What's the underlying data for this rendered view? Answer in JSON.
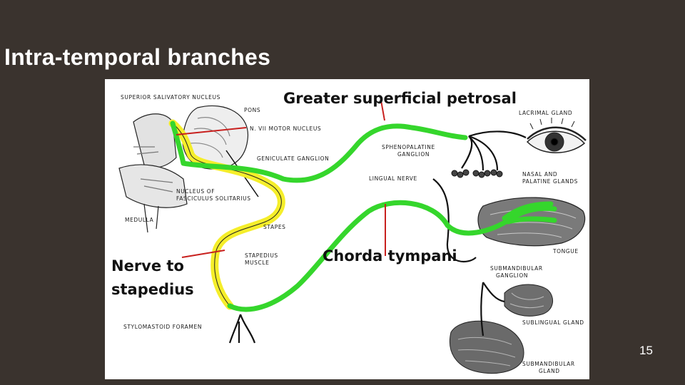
{
  "slide": {
    "title": "Intra-temporal branches",
    "page_number": "15"
  },
  "figure": {
    "callouts": {
      "greater_superficial_petrosal": "Greater superficial petrosal",
      "chorda_tympani": "Chorda tympani",
      "nerve_to_stapedius_line1": "Nerve to",
      "nerve_to_stapedius_line2": "stapedius"
    },
    "labels": {
      "superior_salivatory_nucleus": "SUPERIOR SALIVATORY NUCLEUS",
      "pons": "PONS",
      "n_vii_motor_nucleus": "N. VII MOTOR NUCLEUS",
      "geniculate_ganglion": "GENICULATE GANGLION",
      "nucleus_of_fasciculus_1": "NUCLEUS OF",
      "nucleus_of_fasciculus_2": "FASCICULUS SOLITARIUS",
      "medulla": "MEDULLA",
      "stapes": "STAPES",
      "stapedius_muscle_1": "STAPEDIUS",
      "stapedius_muscle_2": "MUSCLE",
      "stylomastoid_foramen": "STYLOMASTOID FORAMEN",
      "lacrimal_gland": "LACRIMAL GLAND",
      "sphenopalatine_ganglion_1": "SPHENOPALATINE",
      "sphenopalatine_ganglion_2": "GANGLION",
      "lingual_nerve": "LINGUAL NERVE",
      "nasal_palatine_1": "NASAL AND",
      "nasal_palatine_2": "PALATINE GLANDS",
      "tongue": "TONGUE",
      "submandibular_ganglion_1": "SUBMANDIBULAR",
      "submandibular_ganglion_2": "GANGLION",
      "sublingual_gland": "SUBLINGUAL GLAND",
      "submandibular_gland_1": "SUBMANDIBULAR",
      "submandibular_gland_2": "GLAND"
    },
    "colors": {
      "green_nerve": "#35d62c",
      "yellow_nerve": "#f5ee2a",
      "red_pointer": "#c8201e"
    }
  }
}
